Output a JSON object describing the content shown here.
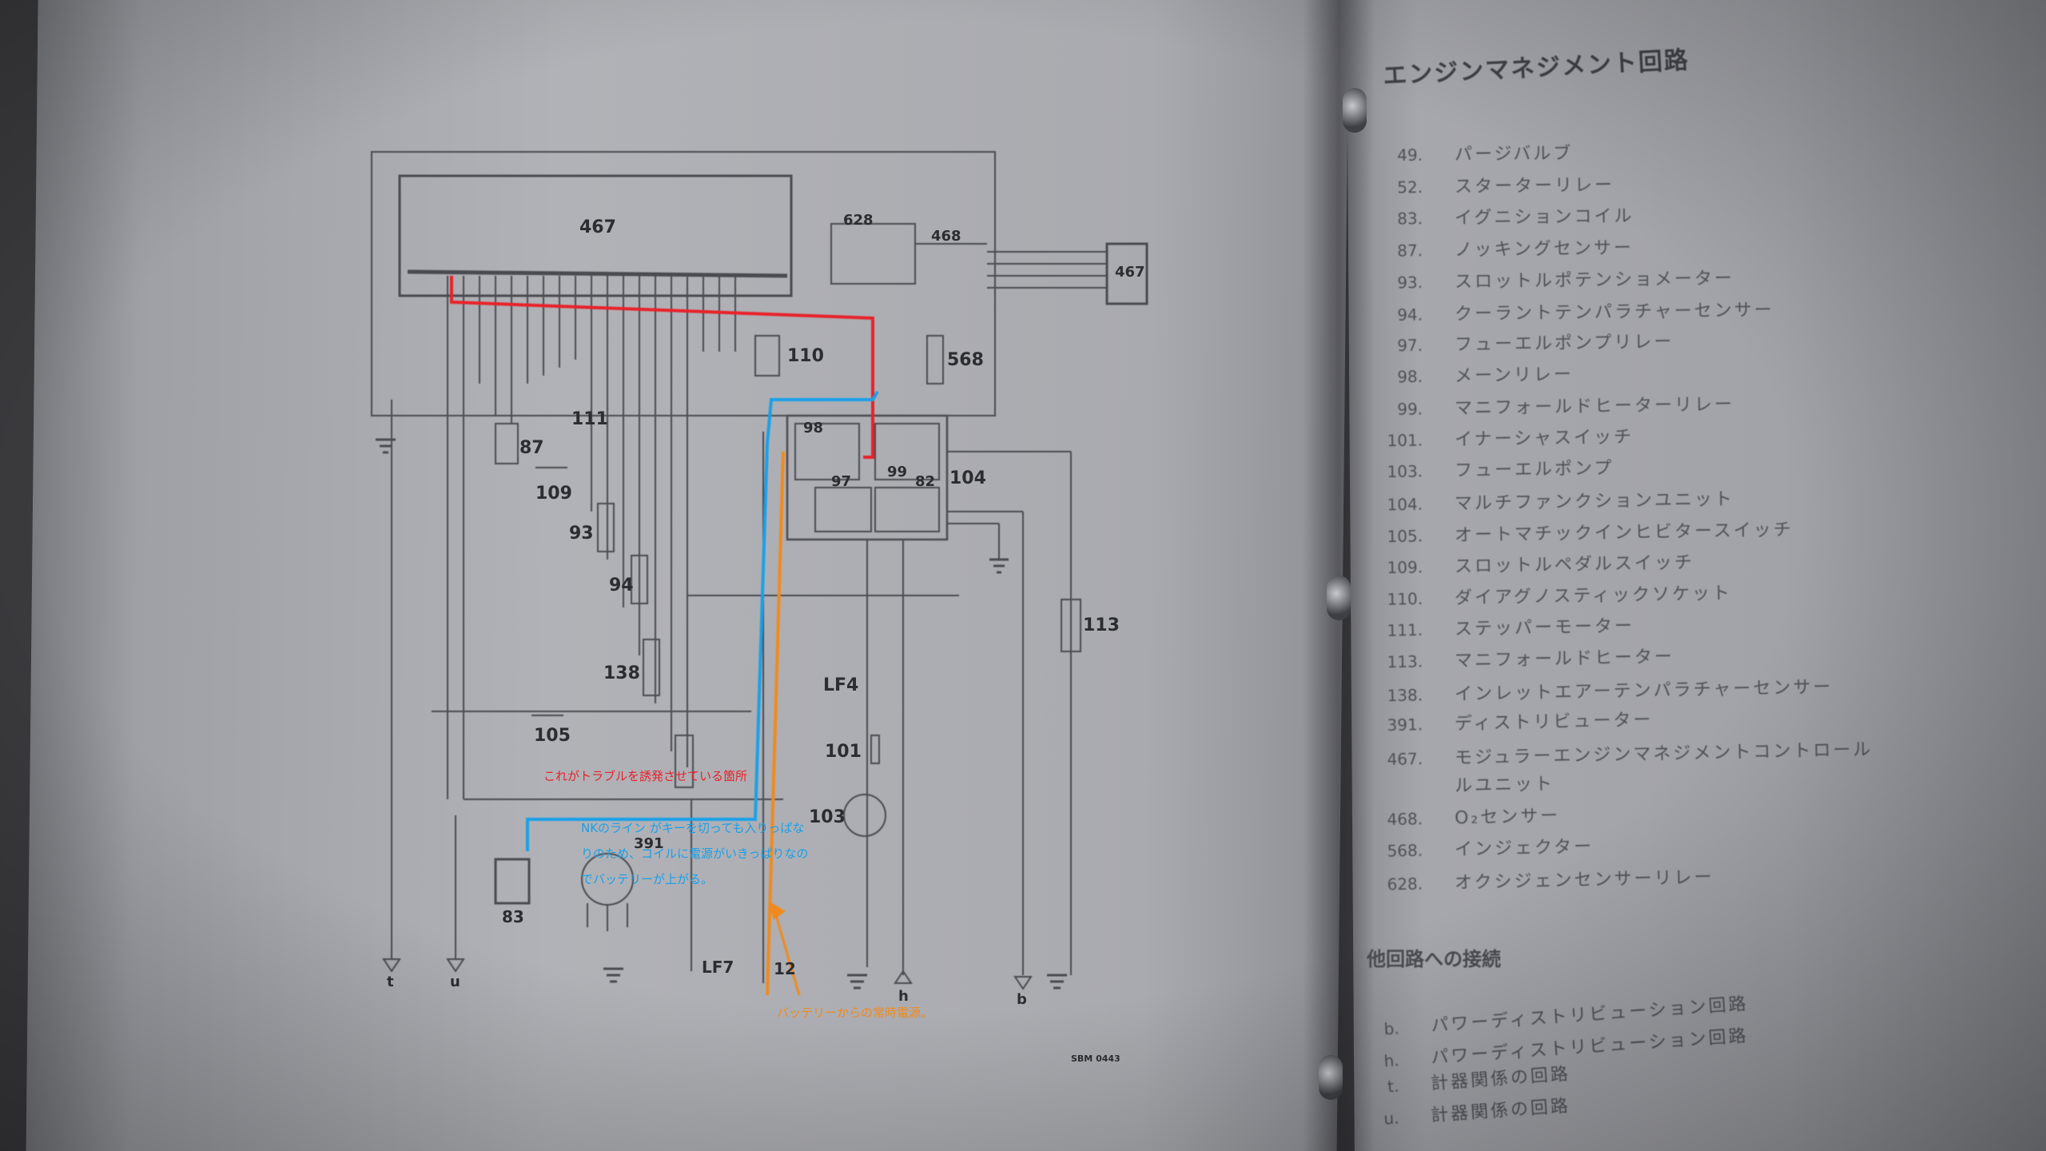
{
  "diagram": {
    "block_labels": {
      "ecu": "467",
      "o2": "467",
      "b628": "628",
      "b468": "468",
      "b110": "110",
      "b568": "568",
      "b111": "111",
      "b87": "87",
      "b109": "109",
      "b93": "93",
      "b94": "94",
      "b138": "138",
      "b105": "105",
      "b98": "98",
      "b99": "99",
      "b82": "82",
      "b97": "97",
      "b104": "104",
      "b113": "113",
      "lf4": "LF4",
      "b101": "101",
      "b103": "103",
      "b391": "391",
      "b83": "83",
      "lf7": "LF7",
      "b12": "12",
      "term_t": "t",
      "term_u": "u",
      "term_h": "h",
      "term_b": "b",
      "code": "SBM 0443"
    },
    "annotations": {
      "red": "これがトラブルを誘発させている箇所",
      "blue_1": "NKのライン がキーを切っても入りっぱな",
      "blue_2": "りのため、コイルに電源がいきっぱりなの",
      "blue_3": "でバッテリーが上がる。",
      "orange": "バッテリーからの常時電源。"
    },
    "colors": {
      "red": "#e8222a",
      "blue": "#1aa0e8",
      "orange": "#f08a1e"
    }
  },
  "legend": {
    "title": "エンジンマネジメント回路",
    "items": [
      {
        "num": "49.",
        "name": "パージバルブ"
      },
      {
        "num": "52.",
        "name": "スターターリレー"
      },
      {
        "num": "83.",
        "name": "イグニションコイル"
      },
      {
        "num": "87.",
        "name": "ノッキングセンサー"
      },
      {
        "num": "93.",
        "name": "スロットルポテンショメーター"
      },
      {
        "num": "94.",
        "name": "クーラントテンパラチャーセンサー"
      },
      {
        "num": "97.",
        "name": "フューエルポンプリレー"
      },
      {
        "num": "98.",
        "name": "メーンリレー"
      },
      {
        "num": "99.",
        "name": "マニフォールドヒーターリレー"
      },
      {
        "num": "101.",
        "name": "イナーシャスイッチ"
      },
      {
        "num": "103.",
        "name": "フューエルポンプ"
      },
      {
        "num": "104.",
        "name": "マルチファンクションユニット"
      },
      {
        "num": "105.",
        "name": "オートマチックインヒビタースイッチ"
      },
      {
        "num": "109.",
        "name": "スロットルペダルスイッチ"
      },
      {
        "num": "110.",
        "name": "ダイアグノスティックソケット"
      },
      {
        "num": "111.",
        "name": "ステッパーモーター"
      },
      {
        "num": "113.",
        "name": "マニフォールドヒーター"
      },
      {
        "num": "138.",
        "name": "インレットエアーテンパラチャーセンサー"
      },
      {
        "num": "391.",
        "name": "ディストリビューター"
      },
      {
        "num": "467.",
        "name": "モジュラーエンジンマネジメントコントロール"
      },
      {
        "num": "",
        "name": "ルユニット"
      },
      {
        "num": "468.",
        "name": "O₂センサー"
      },
      {
        "num": "568.",
        "name": "インジェクター"
      },
      {
        "num": "628.",
        "name": "オクシジェンセンサーリレー"
      }
    ],
    "other_title": "他回路への接続",
    "other_items": [
      {
        "num": "b.",
        "name": "パワーディストリビューション回路"
      },
      {
        "num": "h.",
        "name": "パワーディストリビューション回路"
      },
      {
        "num": "t.",
        "name": "計器関係の回路"
      },
      {
        "num": "u.",
        "name": "計器関係の回路"
      }
    ]
  }
}
